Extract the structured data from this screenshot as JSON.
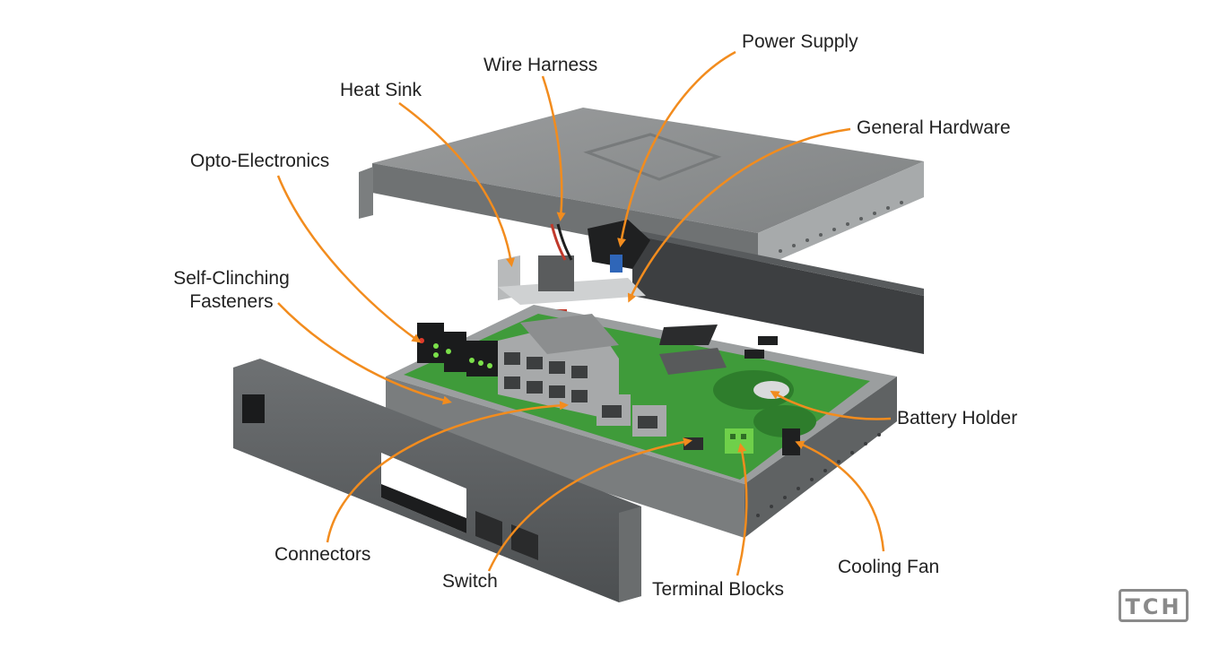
{
  "labels": {
    "power_supply": "Power Supply",
    "wire_harness": "Wire Harness",
    "heat_sink": "Heat Sink",
    "general_hardware": "General Hardware",
    "opto_electronics": "Opto-Electronics",
    "self_clinching_line1": "Self-Clinching",
    "self_clinching_line2": "Fasteners",
    "battery_holder": "Battery Holder",
    "connectors": "Connectors",
    "switch": "Switch",
    "terminal_blocks": "Terminal Blocks",
    "cooling_fan": "Cooling Fan"
  },
  "logo": {
    "text": "TCH"
  },
  "colors": {
    "leader_line": "#f28c1e",
    "pcb_green": "#3f9b3a",
    "chassis_gray": "#8c8f90",
    "dark_gray": "#3d3f41"
  }
}
